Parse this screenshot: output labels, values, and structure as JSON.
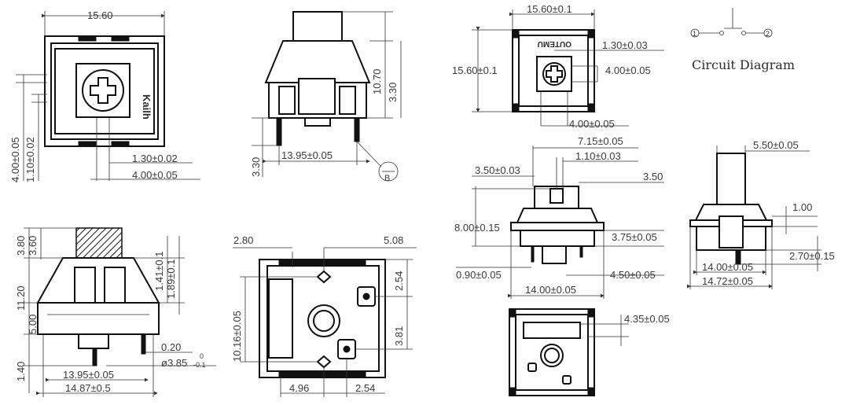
{
  "left_drawing": {
    "top_view": {
      "width": "15.60",
      "stem_w": "1.30±0.02",
      "stem_gap": "4.00±0.05",
      "side_a": "4.00±0.05",
      "side_b": "1.10±0.02",
      "logo": "Kailh"
    },
    "side_view": {
      "height_total": "10.70",
      "stem_height": "3.30",
      "pin_length": "3.30",
      "pin_span": "13.95±0.05",
      "callout": "B"
    },
    "front_view": {
      "top_a": "3.80",
      "top_b": "3.60",
      "body_h": "11.20",
      "lower_h": "5.00",
      "pin_h": "1.40",
      "rim_a": "1.41±0.1",
      "rim_b": "1.89±0.1",
      "leg": "0.20",
      "pin_dia": "ø3.85",
      "pin_tol_top": "0",
      "pin_tol_bot": "-0.1",
      "span_a": "13.95±0.05",
      "span_b": "14.87±0.5"
    },
    "bottom_view": {
      "left_off": "2.80",
      "right_off": "5.08",
      "right_top": "2.54",
      "right_bot": "3.81",
      "left_h": "10.16±0.05",
      "bottom_a": "4.96",
      "bottom_b": "2.54"
    }
  },
  "right_drawing": {
    "top_view": {
      "width": "15.60±0.1",
      "height": "15.60±0.1",
      "stem_w": "1.30±0.03",
      "stem_gap": "4.00±0.05",
      "bottom_gap": "4.00±0.05",
      "logo": "OUTEMU"
    },
    "circuit": {
      "label": "Circuit Diagram",
      "pin1": "1",
      "pin2": "2"
    },
    "front_view": {
      "a": "7.15±0.05",
      "b": "1.10±0.03",
      "c": "3.50±0.03",
      "d": "3.50",
      "e": "8.00±0.15",
      "f": "3.75±0.05",
      "g": "0.90±0.05",
      "h": "4.50±0.05",
      "i": "14.00±0.05"
    },
    "side_view": {
      "a": "5.50±0.05",
      "b": "1.00",
      "c": "2.70±0.15",
      "d": "14.00±0.05",
      "e": "14.72±0.05"
    },
    "bottom_view": {
      "a": "4.35±0.05"
    }
  }
}
